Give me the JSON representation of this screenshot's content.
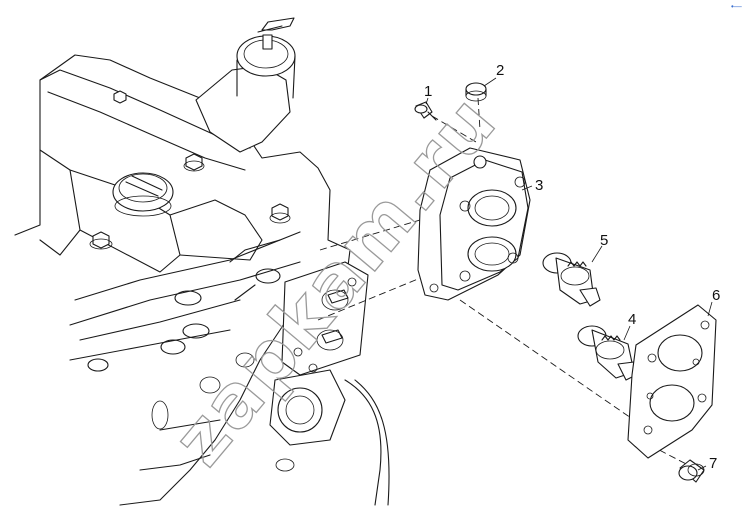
{
  "diagram": {
    "callouts": [
      {
        "id": "part-1",
        "label": "1"
      },
      {
        "id": "part-2",
        "label": "2"
      },
      {
        "id": "part-3",
        "label": "3"
      },
      {
        "id": "part-4",
        "label": "4"
      },
      {
        "id": "part-5",
        "label": "5"
      },
      {
        "id": "part-6",
        "label": "6"
      },
      {
        "id": "part-7",
        "label": "7"
      }
    ],
    "watermark": "zapkam.ru",
    "corner_mark": "•—"
  }
}
